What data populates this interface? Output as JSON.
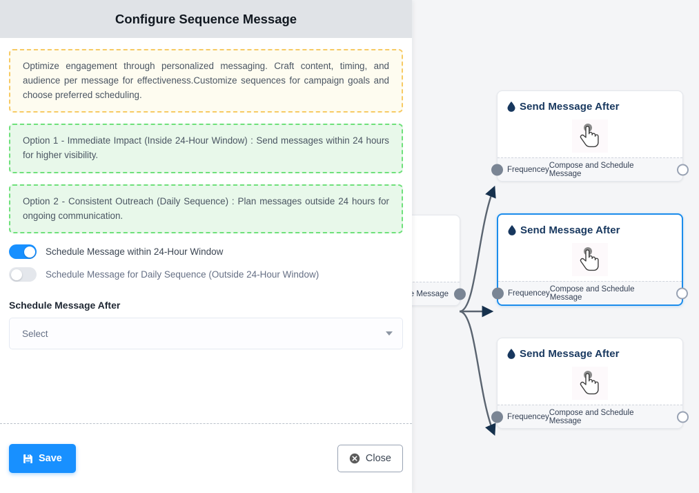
{
  "modal": {
    "title": "Configure Sequence Message",
    "notes": [
      {
        "kind": "warning",
        "text": "Optimize engagement through personalized messaging. Craft content, timing, and audience per message for effectiveness.Customize sequences for campaign goals and choose preferred scheduling."
      },
      {
        "kind": "success",
        "text": "Option 1 - Immediate Impact (Inside 24-Hour Window) : Send messages within 24 hours for higher visibility."
      },
      {
        "kind": "success",
        "text": "Option 2 - Consistent Outreach (Daily Sequence) : Plan messages outside 24 hours for ongoing communication."
      }
    ],
    "toggles": [
      {
        "label": "Schedule Message within 24-Hour Window",
        "state": "on"
      },
      {
        "label": "Schedule Message for Daily Sequence (Outside 24-Hour Window)",
        "state": "off"
      }
    ],
    "schedule_field": {
      "label": "Schedule Message After",
      "value": "Select",
      "caret_icon": "chevron-down-icon"
    },
    "footer": {
      "save_label": "Save",
      "save_icon": "save-icon",
      "close_label": "Close",
      "close_icon": "close-circle-icon"
    },
    "colors": {
      "header_bg": "#e0e3e7",
      "accent": "#1890ff",
      "warn_bg": "#fefcf0",
      "warn_border": "#f7ca64",
      "ok_bg": "#e8f8ea",
      "ok_border": "#6ee07a"
    }
  },
  "canvas": {
    "background": "#f4f5f7",
    "source_node": {
      "foot_right": "ce Message"
    },
    "nodes": [
      {
        "title": "Send Message After",
        "icon": "droplet-icon",
        "cursor_icon": "pointing-hand-icon",
        "foot_left": "Frequencey",
        "foot_right": "Compose and Schedule Message",
        "selected": false
      },
      {
        "title": "Send Message After",
        "icon": "droplet-icon",
        "cursor_icon": "pointing-hand-icon",
        "foot_left": "Frequencey",
        "foot_right": "Compose and Schedule Message",
        "selected": true
      },
      {
        "title": "Send Message After",
        "icon": "droplet-icon",
        "cursor_icon": "pointing-hand-icon",
        "foot_left": "Frequencey",
        "foot_right": "Compose and Schedule Message",
        "selected": false
      }
    ],
    "edge_color": "#5a6470",
    "arrow_color": "#16314d"
  }
}
